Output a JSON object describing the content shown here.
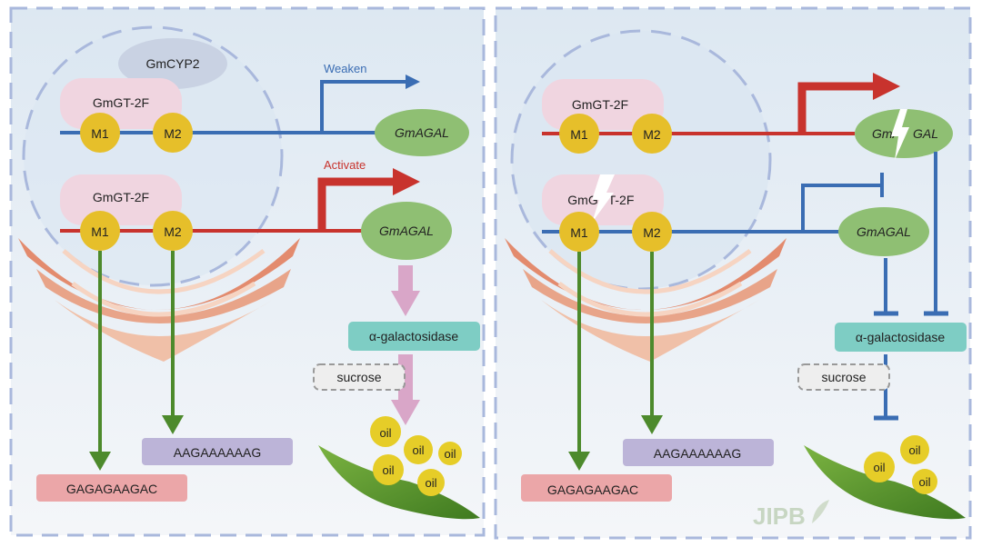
{
  "panels": [
    {
      "name": "left",
      "cyp": "GmCYP2",
      "upper": {
        "protein": "GmGT-2F",
        "m1": "M1",
        "m2": "M2",
        "gene": "GmAGAL",
        "arrow_label": "Weaken",
        "line_color": "#3a6db3"
      },
      "lower": {
        "protein": "GmGT-2F",
        "m1": "M1",
        "m2": "M2",
        "gene": "GmAGAL",
        "arrow_label": "Activate",
        "line_color": "#c8332d"
      },
      "enzyme": "α-galactosidase",
      "sucrose": "sucrose",
      "seq1": "GAGAGAAGAC",
      "seq2": "AAGAAAAAAG",
      "oil": [
        "oil",
        "oil",
        "oil",
        "oil",
        "oil"
      ]
    },
    {
      "name": "right",
      "upper": {
        "protein": "GmGT-2F",
        "m1": "M1",
        "m2": "M2",
        "gene_a": "GmA",
        "gene_b": "GAL",
        "line_color": "#c8332d"
      },
      "lower": {
        "protein_a": "GmG",
        "protein_b": "T-2F",
        "m1": "M1",
        "m2": "M2",
        "gene": "GmAGAL",
        "line_color": "#3a6db3"
      },
      "enzyme": "α-galactosidase",
      "sucrose": "sucrose",
      "seq1": "GAGAGAAGAC",
      "seq2": "AAGAAAAAAG",
      "oil": [
        "oil",
        "oil",
        "oil"
      ],
      "watermark": "JIPB"
    }
  ],
  "colors": {
    "blue": "#3a6db3",
    "red": "#c8332d",
    "green_arrow": "#4d8a2c",
    "motif": "#e6bf2a",
    "gene": "#8fbf73",
    "protein": "#f0d5e0",
    "cyp": "#c9d2e3",
    "enzyme": "#7ecdc4",
    "seq1": "#eba6a8",
    "seq2": "#bcb4d8",
    "pink_arrow": "#d9a6c8",
    "dash": "#a9b8dc"
  }
}
